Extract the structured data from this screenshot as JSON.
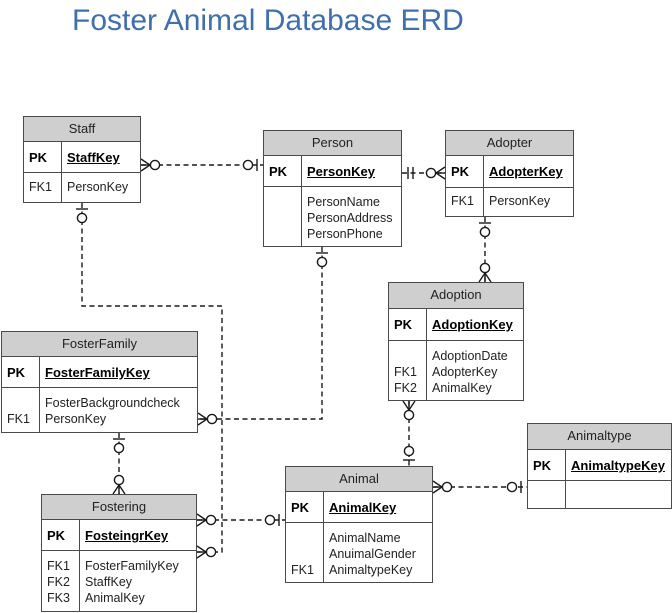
{
  "title": "Foster Animal Database ERD",
  "entities": {
    "staff": {
      "name": "Staff",
      "pk_tag": "PK",
      "pk": "StaffKey",
      "fk_tags": [
        "FK1"
      ],
      "fields": [
        "PersonKey"
      ]
    },
    "person": {
      "name": "Person",
      "pk_tag": "PK",
      "pk": "PersonKey",
      "fk_tags": [],
      "fields": [
        "PersonName",
        "PersonAddress",
        "PersonPhone"
      ]
    },
    "adopter": {
      "name": "Adopter",
      "pk_tag": "PK",
      "pk": "AdopterKey",
      "fk_tags": [
        "FK1"
      ],
      "fields": [
        "PersonKey"
      ]
    },
    "adoption": {
      "name": "Adoption",
      "pk_tag": "PK",
      "pk": "AdoptionKey",
      "fk_tags": [
        "FK1",
        "FK2"
      ],
      "fields": [
        "AdoptionDate",
        "AdopterKey",
        "AnimalKey"
      ]
    },
    "fosterfamily": {
      "name": "FosterFamily",
      "pk_tag": "PK",
      "pk": "FosterFamilyKey",
      "fk_tags": [
        "FK1"
      ],
      "fields": [
        "FosterBackgroundcheck",
        "PersonKey"
      ]
    },
    "animaltype": {
      "name": "Animaltype",
      "pk_tag": "PK",
      "pk": "AnimaltypeKey",
      "fk_tags": [],
      "fields": []
    },
    "animal": {
      "name": "Animal",
      "pk_tag": "PK",
      "pk": "AnimalKey",
      "fk_tags": [
        "FK1"
      ],
      "fields": [
        "AnimalName",
        "AnuimalGender",
        "AnimaltypeKey"
      ]
    },
    "fostering": {
      "name": "Fostering",
      "pk_tag": "PK",
      "pk": "FosteingrKey",
      "fk_tags": [
        "FK1",
        "FK2",
        "FK3"
      ],
      "fields": [
        "FosterFamilyKey",
        "StaffKey",
        "AnimalKey"
      ]
    }
  },
  "relationships": [
    {
      "from": "staff",
      "to": "person",
      "from_end": "zero-or-many",
      "to_end": "zero-or-one"
    },
    {
      "from": "person",
      "to": "adopter",
      "from_end": "one",
      "to_end": "zero-or-many"
    },
    {
      "from": "staff",
      "to": "fostering",
      "from_end": "zero-or-one",
      "to_end": "zero-or-many"
    },
    {
      "from": "person",
      "to": "fosterfamily",
      "from_end": "zero-or-one",
      "to_end": "zero-or-many"
    },
    {
      "from": "adopter",
      "to": "adoption",
      "from_end": "zero-or-one",
      "to_end": "zero-or-many"
    },
    {
      "from": "adoption",
      "to": "animal",
      "from_end": "zero-or-many",
      "to_end": "zero-or-one"
    },
    {
      "from": "fosterfamily",
      "to": "fostering",
      "from_end": "zero-or-one",
      "to_end": "zero-or-many"
    },
    {
      "from": "fostering",
      "to": "animal",
      "from_end": "zero-or-many",
      "to_end": "zero-or-one"
    },
    {
      "from": "animal",
      "to": "animaltype",
      "from_end": "zero-or-many",
      "to_end": "zero-or-one"
    }
  ],
  "colors": {
    "title": "#3e6fae",
    "header": "#cfcfcf",
    "border": "#4a4a4a",
    "line": "#1a1a1a"
  }
}
